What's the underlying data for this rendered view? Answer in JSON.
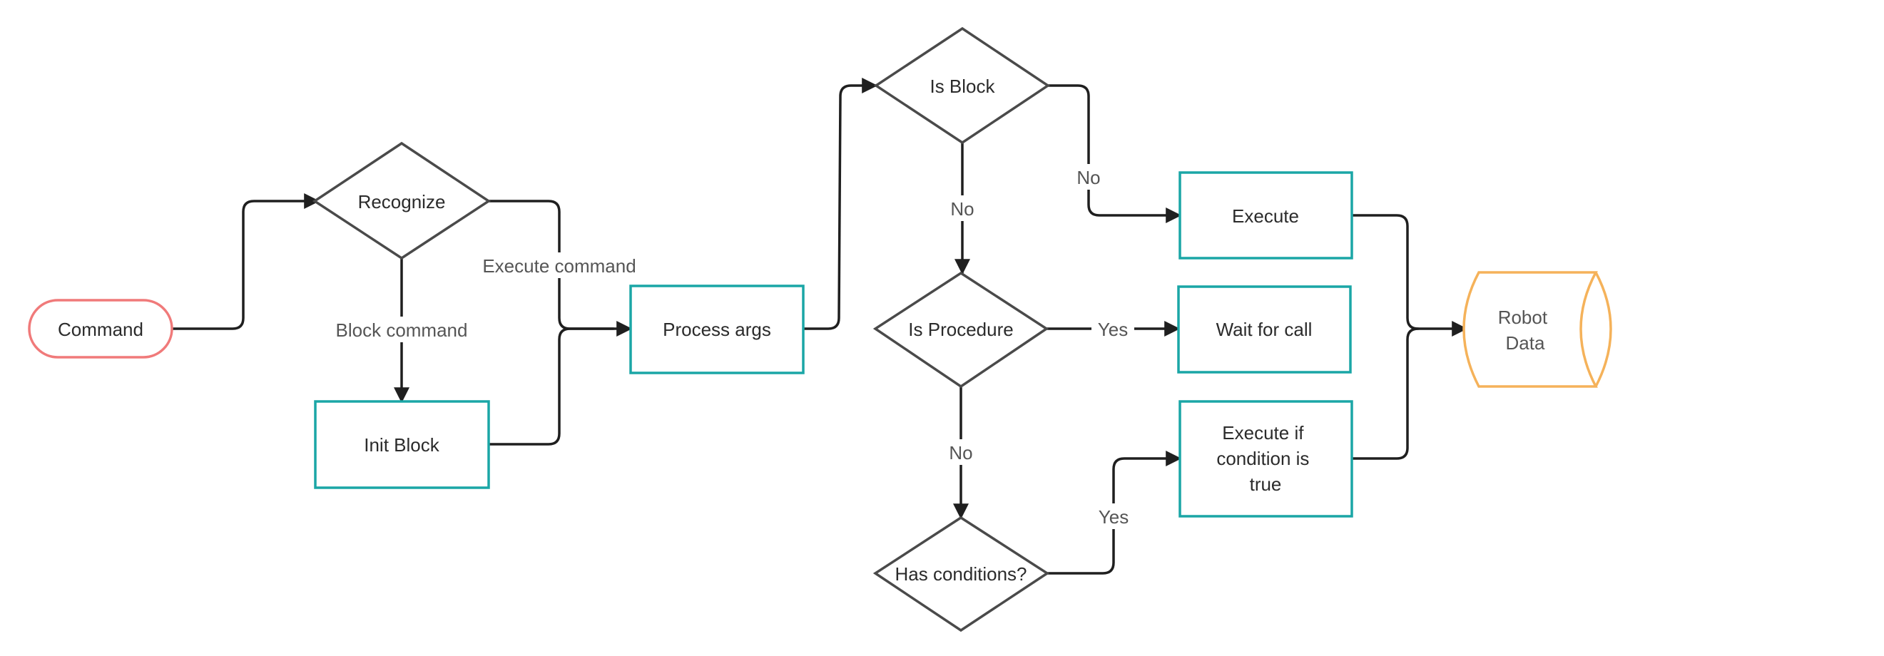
{
  "colors": {
    "process_border": "#1aa6a6",
    "decision_border": "#4a4a4a",
    "start_border": "#f07a7a",
    "data_border": "#f5b25a",
    "edge": "#1f1f1f"
  },
  "nodes": {
    "command": "Command",
    "recognize": "Recognize",
    "init_block": "Init Block",
    "process_args": "Process args",
    "is_block": "Is Block",
    "is_procedure": "Is Procedure",
    "has_conditions": "Has conditions?",
    "execute": "Execute",
    "wait_for_call": "Wait for call",
    "execute_if": [
      "Execute if",
      "condition is",
      "true"
    ],
    "robot_data": [
      "Robot",
      "Data"
    ]
  },
  "edge_labels": {
    "block_command": "Block command",
    "execute_command": "Execute command",
    "is_block_no_down": "No",
    "is_block_no_right": "No",
    "procedure_yes": "Yes",
    "procedure_no": "No",
    "conditions_yes": "Yes"
  }
}
